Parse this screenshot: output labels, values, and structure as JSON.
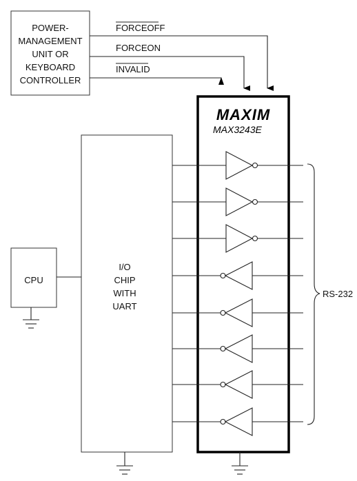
{
  "pmu": {
    "lines": [
      "POWER-",
      "MANAGEMENT",
      "UNIT OR",
      "KEYBOARD",
      "CONTROLLER"
    ]
  },
  "signals": {
    "forceoff": "FORCEOFF",
    "forceon": "FORCEON",
    "invalid": "INVALID"
  },
  "chip": {
    "brand": "MAXIM",
    "part": "MAX3243E"
  },
  "cpu": {
    "label": "CPU"
  },
  "io": {
    "lines": [
      "I/O",
      "CHIP",
      "WITH",
      "UART"
    ]
  },
  "bus": {
    "label": "RS-232"
  }
}
